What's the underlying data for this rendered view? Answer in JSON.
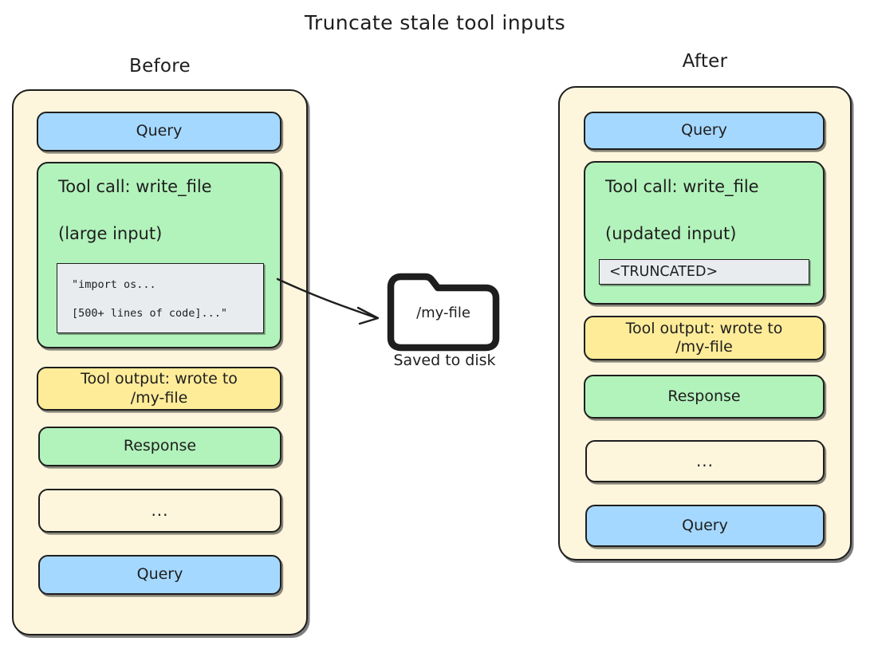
{
  "title": "Truncate stale tool inputs",
  "colors": {
    "query": "#a5d8ff",
    "response": "#b2f2bb",
    "tool_output": "#ffec99",
    "panel_bg": "#fdf6dd",
    "code_bg": "#e9ecef",
    "stroke": "#1e1e1e"
  },
  "before": {
    "heading": "Before",
    "items": [
      {
        "kind": "query",
        "label": "Query"
      },
      {
        "kind": "tool_call",
        "line1": "Tool call: write_file",
        "line2": "(large input)",
        "code": {
          "line1": "\"import os...",
          "line2": "[500+ lines of code]...\""
        }
      },
      {
        "kind": "tool_output",
        "label": "Tool output: wrote to\n/my-file"
      },
      {
        "kind": "response",
        "label": "Response"
      },
      {
        "kind": "ellipsis",
        "label": "..."
      },
      {
        "kind": "query",
        "label": "Query"
      }
    ]
  },
  "after": {
    "heading": "After",
    "items": [
      {
        "kind": "query",
        "label": "Query"
      },
      {
        "kind": "tool_call",
        "line1": "Tool call: write_file",
        "line2": "(updated input)",
        "truncated": "<TRUNCATED>"
      },
      {
        "kind": "tool_output",
        "label": "Tool output: wrote to\n/my-file"
      },
      {
        "kind": "response",
        "label": "Response"
      },
      {
        "kind": "ellipsis",
        "label": "..."
      },
      {
        "kind": "query",
        "label": "Query"
      }
    ]
  },
  "folder": {
    "name": "/my-file",
    "caption": "Saved to disk",
    "icon": "folder-icon"
  },
  "arrow": {
    "icon": "arrow-curved-right-icon"
  }
}
